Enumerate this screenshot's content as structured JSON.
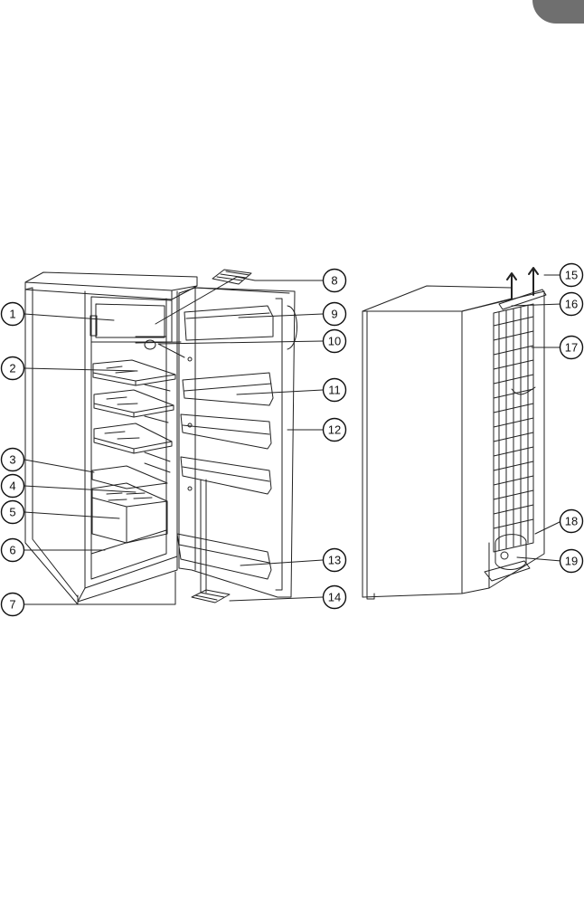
{
  "page": {
    "corner_tab_color": "#6f6f6f",
    "line_color": "#222222"
  },
  "figure": {
    "left_view": "refrigerator-open-door-front",
    "right_view": "refrigerator-rear-condenser",
    "callouts": [
      "1",
      "2",
      "3",
      "4",
      "5",
      "6",
      "7",
      "8",
      "9",
      "10",
      "11",
      "12",
      "13",
      "14",
      "15",
      "16",
      "17",
      "18",
      "19"
    ]
  }
}
